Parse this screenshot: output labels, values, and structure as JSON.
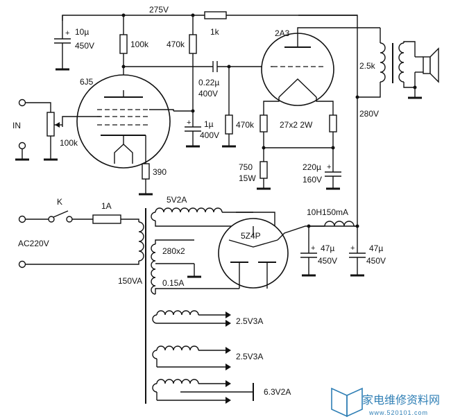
{
  "labels": {
    "b_plus": "275V",
    "r_dropper": "1k",
    "tube_out": "2A3",
    "tube_in": "6J5",
    "tube_rect": "5Z4P",
    "c_filter_val": "10µ",
    "c_filter_volt": "450V",
    "r_plate": "100k",
    "r_grid_out": "470k",
    "c_couple_val": "0.22µ",
    "c_couple_volt": "400V",
    "c_bypass_val": "1µ",
    "c_bypass_volt": "400V",
    "r_grid_in": "470k",
    "input": "IN",
    "pot": "100k",
    "r_cathode": "390",
    "xfmr_out": "2.5k",
    "b_out": "280V",
    "fil_res": "27x2  2W",
    "r_bias_val": "750",
    "r_bias_watt": "15W",
    "c_cath_val": "220µ",
    "c_cath_volt": "160V",
    "switch": "K",
    "fuse": "1A",
    "mains": "AC220V",
    "power_rating": "150VA",
    "sec_5v": "5V2A",
    "choke": "10H150mA",
    "sec_hv_v": "280x2",
    "sec_hv_a": "0.15A",
    "c_res1_val": "47µ",
    "c_res1_volt": "450V",
    "c_res2_val": "47µ",
    "c_res2_volt": "450V",
    "sec_fil1": "2.5V3A",
    "sec_fil2": "2.5V3A",
    "sec_fil3": "6.3V2A"
  },
  "watermark": {
    "cn": "家电维修资料网",
    "url": "www.520101.com"
  }
}
